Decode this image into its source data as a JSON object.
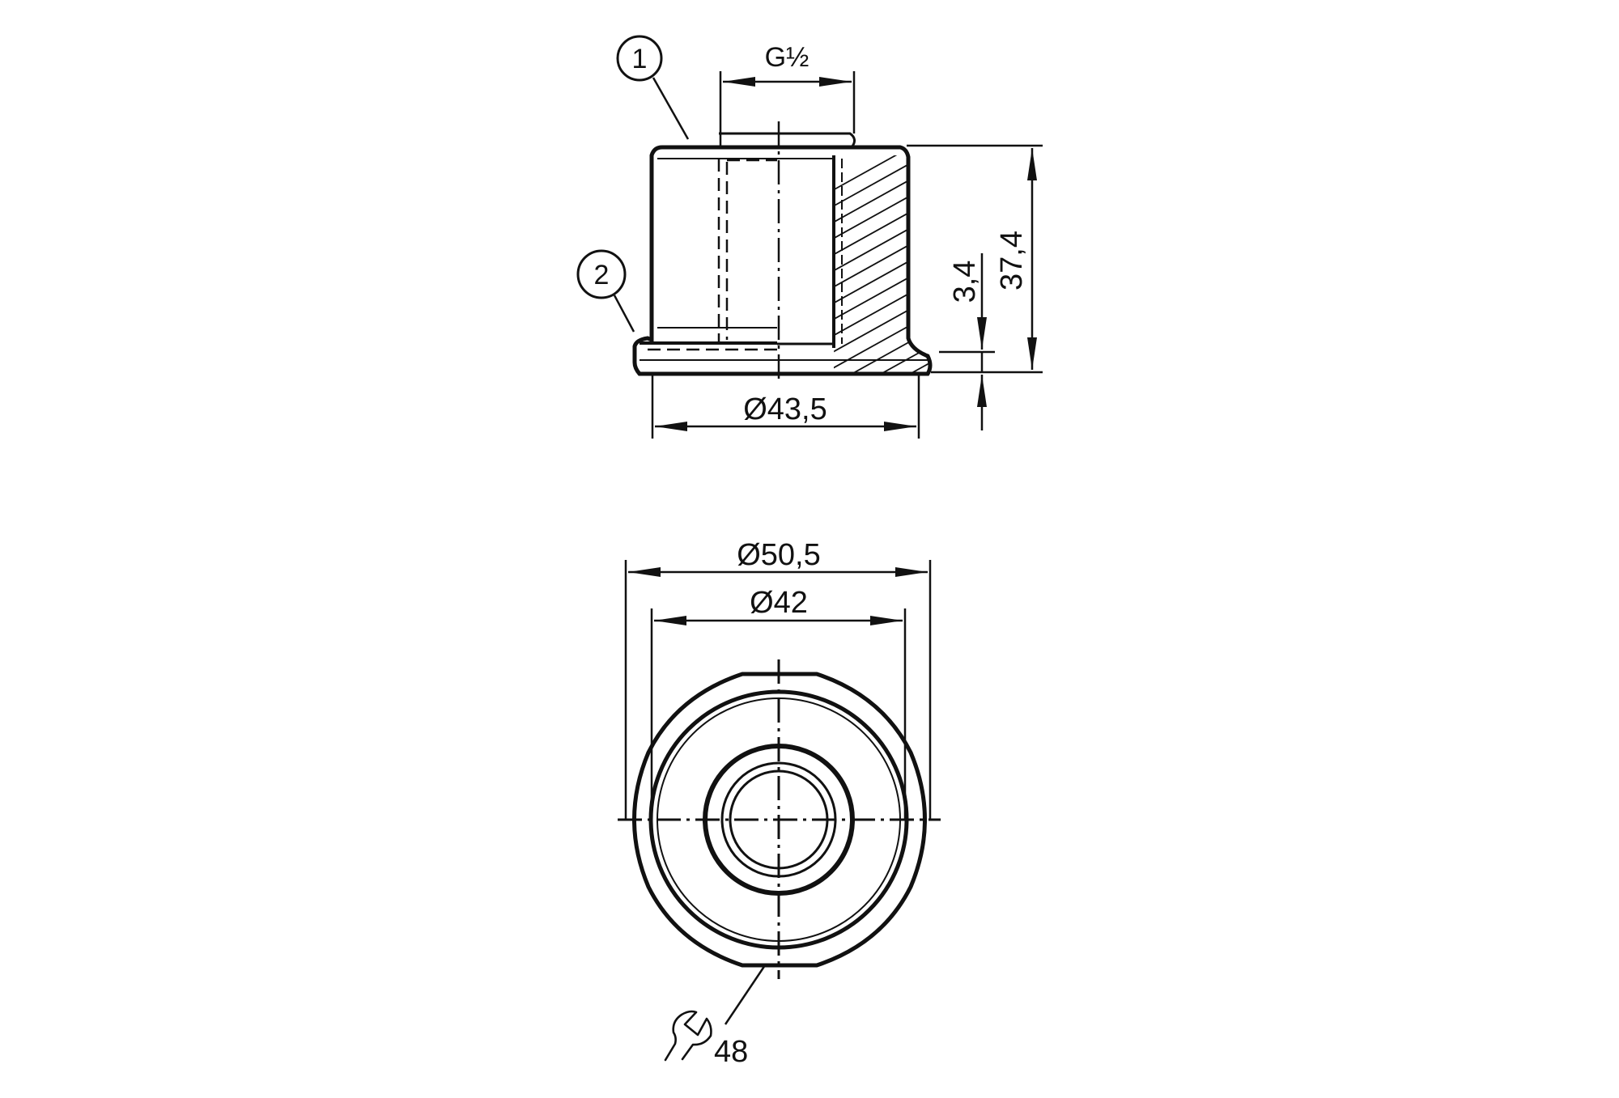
{
  "diagram": {
    "title": "Adapter technical drawing",
    "side_view": {
      "thread_label": "G½",
      "callouts": [
        "1",
        "2"
      ],
      "dim_diameter": "Ø43,5",
      "dim_height_total": "37,4",
      "dim_flange": "3,4"
    },
    "front_view": {
      "dim_outer": "Ø50,5",
      "dim_inner": "Ø42",
      "wrench_size": "48",
      "wrench_icon": "wrench-icon"
    },
    "colors": {
      "line": "#111111",
      "background": "#ffffff"
    }
  }
}
